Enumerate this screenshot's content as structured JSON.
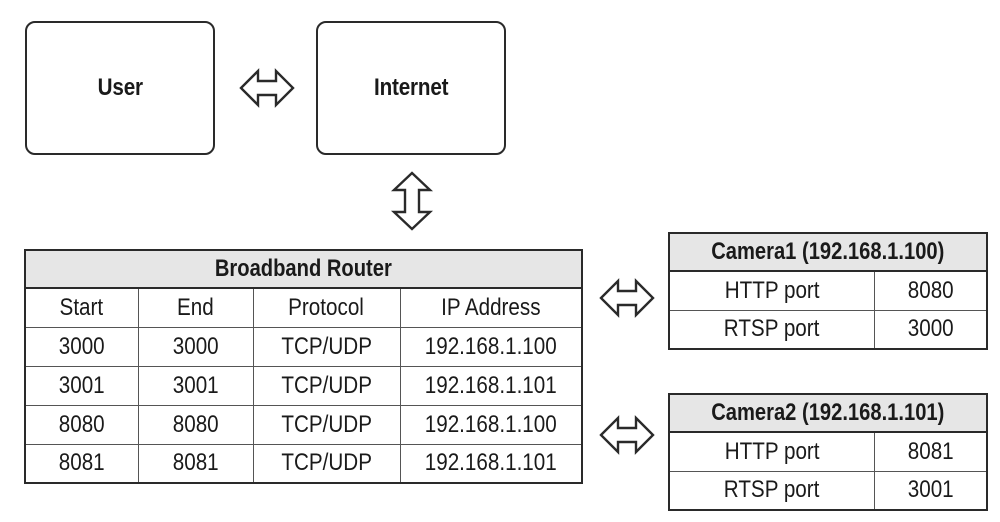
{
  "user_label": "User",
  "internet_label": "Internet",
  "router": {
    "title": "Broadband Router",
    "headers": [
      "Start",
      "End",
      "Protocol",
      "IP Address"
    ],
    "rows": [
      [
        "3000",
        "3000",
        "TCP/UDP",
        "192.168.1.100"
      ],
      [
        "3001",
        "3001",
        "TCP/UDP",
        "192.168.1.101"
      ],
      [
        "8080",
        "8080",
        "TCP/UDP",
        "192.168.1.100"
      ],
      [
        "8081",
        "8081",
        "TCP/UDP",
        "192.168.1.101"
      ]
    ]
  },
  "camera1": {
    "title": "Camera1 (192.168.1.100)",
    "rows": [
      [
        "HTTP port",
        "8080"
      ],
      [
        "RTSP port",
        "3000"
      ]
    ]
  },
  "camera2": {
    "title": "Camera2 (192.168.1.101)",
    "rows": [
      [
        "HTTP port",
        "8081"
      ],
      [
        "RTSP port",
        "3001"
      ]
    ]
  },
  "colors": {
    "line": "#2a2a2a",
    "header_fill": "#e6e6e6",
    "background": "#ffffff"
  }
}
